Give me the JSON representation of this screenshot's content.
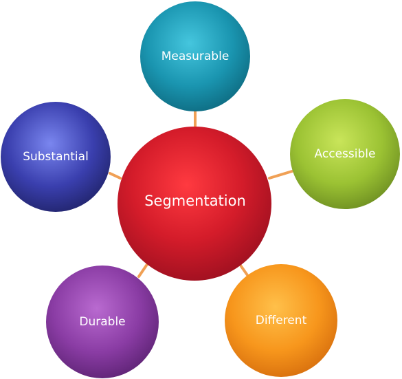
{
  "diagram": {
    "center": {
      "label": "Segmentation",
      "color": "#d81f2b"
    },
    "nodes": [
      {
        "id": "measurable",
        "label": "Measurable",
        "color": "#1a9bb5"
      },
      {
        "id": "accessible",
        "label": "Accessible",
        "color": "#9dc23a"
      },
      {
        "id": "different",
        "label": "Different",
        "color": "#f59a1e"
      },
      {
        "id": "durable",
        "label": "Durable",
        "color": "#8e3fa8"
      },
      {
        "id": "substantial",
        "label": "Substantial",
        "color": "#3b3fa9"
      }
    ],
    "connector_color": "#f0a055"
  }
}
